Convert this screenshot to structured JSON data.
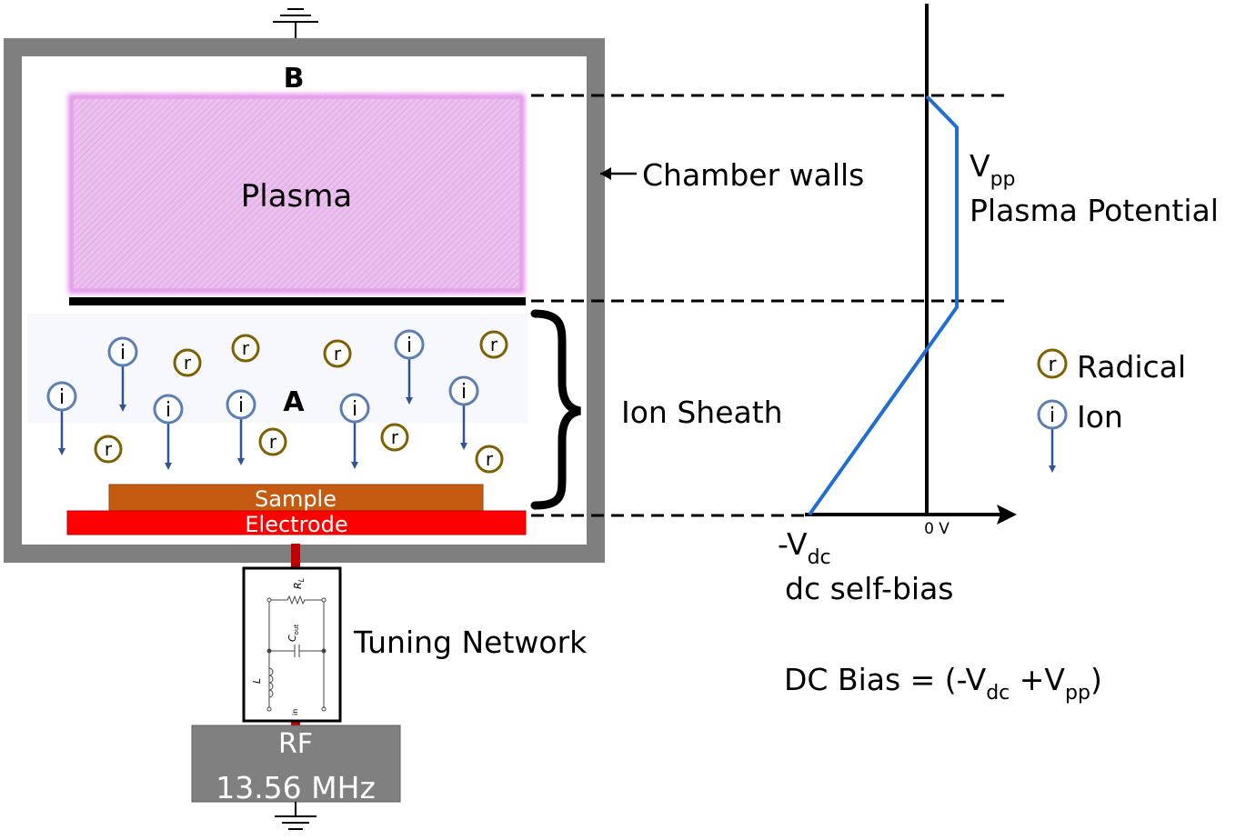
{
  "labels": {
    "region_b": "B",
    "region_a": "A",
    "plasma": "Plasma",
    "chamber_walls": "Chamber walls",
    "ion_sheath": "Ion Sheath",
    "sample": "Sample",
    "electrode": "Electrode",
    "tuning_network": "Tuning Network",
    "rf_line1": "RF",
    "rf_line2": "13.56 MHz"
  },
  "circuit": {
    "resistor": "R",
    "resistor_sub": "L",
    "capacitor": "C",
    "capacitor_sub": "out",
    "inductor": "L",
    "input": "in"
  },
  "potential_plot": {
    "zero_label": "0 V",
    "vpp_main": "V",
    "vpp_sub": "pp",
    "vpp_caption": "Plasma Potential",
    "vdc_main": "-V",
    "vdc_sub": "dc",
    "vdc_caption": "dc self-bias",
    "dc_formula": {
      "prefix": "DC Bias = (-V",
      "sub1": "dc",
      "middle": " +V",
      "sub2": "pp",
      "suffix": ")"
    }
  },
  "legend": {
    "radical_symbol": "r",
    "radical_label": "Radical",
    "ion_symbol": "i",
    "ion_label": "Ion"
  },
  "colors": {
    "chamber_wall": "#7f7f7f",
    "plasma_fill": "#e6b3e8",
    "plasma_glow": "#e28fe6",
    "sample": "#c55a11",
    "electrode": "#ff0000",
    "rf_box": "#808080",
    "ion_outline": "#5b7fb5",
    "radical_outline": "#7f6000",
    "potential_line": "#1f6fd1",
    "arrow": "#2f5597"
  }
}
